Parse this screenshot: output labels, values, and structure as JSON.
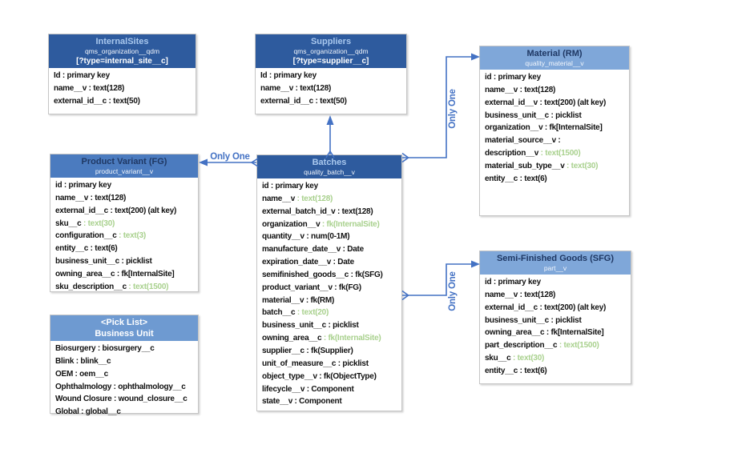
{
  "colors": {
    "header_dark": "#2e5b9e",
    "header_medium": "#4b7bbf",
    "header_light": "#7fa7d9",
    "header_business_unit": "#6e9ad1",
    "connector_blue": "#4472c4",
    "annotation_green": "#a9d18e"
  },
  "connectors": {
    "left_label": "Only One",
    "top_right_label": "Only One",
    "bottom_right_label": "Only One"
  },
  "boxes": {
    "internal_sites": {
      "title": "InternalSites",
      "subtitle": "qms_organization__qdm",
      "subtitle2": "[?type=internal_site__c]",
      "fields": [
        {
          "n": "Id",
          "v": "primary key"
        },
        {
          "n": "name__v",
          "v": "text(128)"
        },
        {
          "n": "external_id__c",
          "v": "text(50)"
        }
      ]
    },
    "suppliers": {
      "title": "Suppliers",
      "subtitle": "qms_organization__qdm",
      "subtitle2": "[?type=supplier__c]",
      "fields": [
        {
          "n": "Id",
          "v": "primary key"
        },
        {
          "n": "name__v",
          "v": "text(128)"
        },
        {
          "n": "external_id__c",
          "v": "text(50)"
        }
      ]
    },
    "material": {
      "title": "Material (RM)",
      "subtitle": "quality_material__v",
      "fields": [
        {
          "n": "id",
          "v": "primary key"
        },
        {
          "n": "name__v",
          "v": "text(128)"
        },
        {
          "n": "external_id__v",
          "v": "text(200) (alt key)"
        },
        {
          "n": "business_unit__c",
          "v": "picklist"
        },
        {
          "n": "organization__v",
          "v": "fk[InternalSite]"
        },
        {
          "n": "material_source__v",
          "v": ""
        },
        {
          "n": "description__v",
          "v": "text(1500)",
          "g": "green"
        },
        {
          "n": "material_sub_type__v",
          "v": "text(30)",
          "g": "green"
        },
        {
          "n": "entity__c",
          "v": "text(6)"
        }
      ]
    },
    "product_variant": {
      "title": "Product Variant (FG)",
      "subtitle": "product_variant__v",
      "fields": [
        {
          "n": "id",
          "v": "primary key"
        },
        {
          "n": "name__v",
          "v": "text(128)"
        },
        {
          "n": "external_id__c",
          "v": "text(200) (alt key)"
        },
        {
          "n": "sku__c",
          "v": "text(30)",
          "g": "green"
        },
        {
          "n": "configuration__c",
          "v": "text(3)",
          "g": "green"
        },
        {
          "n": "entity__c",
          "v": "text(6)"
        },
        {
          "n": "business_unit__c",
          "v": "picklist"
        },
        {
          "n": "owning_area__c",
          "v": "fk[InternalSite]"
        },
        {
          "n": "sku_description__c",
          "v": "text(1500)",
          "g": "green"
        }
      ]
    },
    "batches": {
      "title": "Batches",
      "subtitle": "quality_batch__v",
      "fields": [
        {
          "n": "id",
          "v": "primary key"
        },
        {
          "n": "name__v",
          "v": "text(128)",
          "g": "green"
        },
        {
          "n": "external_batch_id_v",
          "v": "text(128)"
        },
        {
          "n": "organization__v",
          "v": "fk(InternalSite)",
          "g": "green"
        },
        {
          "n": "quantity__v",
          "v": "num(0-1M)"
        },
        {
          "n": "manufacture_date__v",
          "v": "Date"
        },
        {
          "n": "expiration_date__v",
          "v": "Date"
        },
        {
          "n": "semifinished_goods__c",
          "v": "fk(SFG)"
        },
        {
          "n": "product_variant__v",
          "v": "fk(FG)"
        },
        {
          "n": "material__v",
          "v": "fk(RM)"
        },
        {
          "n": "batch__c",
          "v": "text(20)",
          "g": "green"
        },
        {
          "n": "business_unit__c",
          "v": "picklist"
        },
        {
          "n": "owning_area__c",
          "v": "fk(InternalSite)",
          "g": "green"
        },
        {
          "n": "supplier__c",
          "v": "fk(Supplier)"
        },
        {
          "n": "unit_of_measure__c",
          "v": "picklist"
        },
        {
          "n": "object_type__v",
          "v": "fk(ObjectType)"
        },
        {
          "n": "lifecycle__v",
          "v": "Component"
        },
        {
          "n": "state__v",
          "v": "Component"
        }
      ]
    },
    "sfg": {
      "title": "Semi-Finished Goods (SFG)",
      "subtitle": "part__v",
      "fields": [
        {
          "n": "id",
          "v": "primary key"
        },
        {
          "n": "name__v",
          "v": "text(128)"
        },
        {
          "n": "external_id__c",
          "v": "text(200) (alt key)"
        },
        {
          "n": "business_unit__c",
          "v": "picklist"
        },
        {
          "n": "owning_area__c",
          "v": "fk[InternalSite]"
        },
        {
          "n": "part_description__c",
          "v": "text(1500)",
          "g": "green"
        },
        {
          "n": "sku__c",
          "v": "text(30)",
          "g": "green"
        },
        {
          "n": "entity__c",
          "v": "text(6)"
        }
      ]
    },
    "business_unit": {
      "title": "<Pick List>",
      "subtitle": "Business Unit",
      "fields": [
        {
          "n": "Biosurgery",
          "v": "biosurgery__c"
        },
        {
          "n": "Blink",
          "v": "blink__c"
        },
        {
          "n": "OEM",
          "v": "oem__c"
        },
        {
          "n": "Ophthalmology",
          "v": "ophthalmology__c"
        },
        {
          "n": "Wound Closure",
          "v": "wound_closure__c"
        },
        {
          "n": "Global",
          "v": "global__c"
        }
      ]
    }
  }
}
